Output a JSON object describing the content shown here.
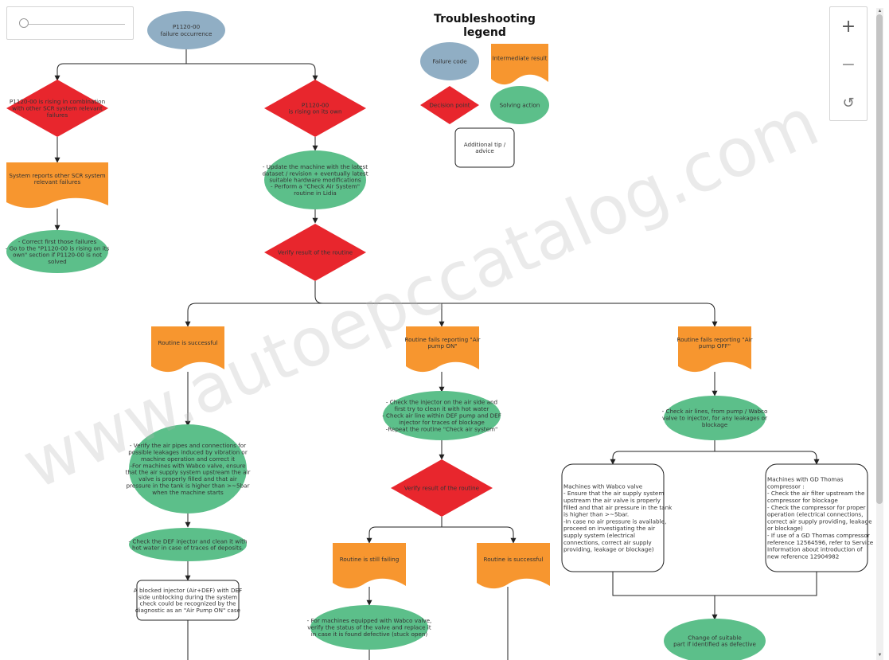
{
  "title": [
    "Troubleshooting",
    "legend"
  ],
  "legend": {
    "failure_code": "Failure code",
    "intermediate_result": "Intermediate result",
    "decision_point": "Decision point",
    "solving_action": "Solving action",
    "additional_tip": [
      "Additional tip /",
      "advice"
    ]
  },
  "nodes": {
    "start": [
      "P1120-00",
      "failure occurrence"
    ],
    "d_combo": [
      "P1120-00 is rising in combination",
      "with other SCR system relevant",
      "failures"
    ],
    "d_own": [
      "P1120-00",
      "is rising on its own"
    ],
    "r_scr": [
      "System reports other SCR system",
      "relevant failures"
    ],
    "a_correct": [
      "- Correct first those failures",
      "- Go to the \"P1120-00 is rising on its",
      "own\" section if P1120-00 is not",
      "solved"
    ],
    "a_update": [
      "- Update the machine with the latest",
      "dataset / revision + eventually latest",
      "suitable hardware modifications",
      "- Perform a \"Check Air System\"",
      "routine in Lidia"
    ],
    "d_verify1": [
      "Verify result of the routine"
    ],
    "r_success": [
      "Routine is successful"
    ],
    "r_on": [
      "Routine fails reporting \"Air",
      "pump ON\""
    ],
    "r_off": [
      "Routine fails reporting \"Air",
      "pump OFF\""
    ],
    "a_pipes": [
      "- Verify the air pipes and connections for",
      "possible leakages induced by vibration or",
      "machine operation and correct it",
      "-For machines with Wabco valve, ensure",
      "that the air supply system upstream the air",
      "valve is properly filled and that air",
      "pressure in the tank is higher than >~5bar",
      "when the machine starts"
    ],
    "a_injector_side": [
      "- Check the injector on the air side and",
      "first try to clean it with hot water",
      "- Check air line within DEF pump and DEF",
      "injector for traces of blockage",
      "-Repeat the routine \"Check air system\""
    ],
    "a_airlines": [
      "- Check air lines, from pump / Wabco",
      "valve to injector, for any leakages or",
      "blockage"
    ],
    "a_def": [
      "- Check the DEF injector and clean it with",
      "hot water in case of traces of deposits."
    ],
    "d_verify2": [
      "Verify result of the routine"
    ],
    "tip_wabco": [
      "Machines with Wabco valve",
      "- Ensure that the air supply system",
      "upstream the air valve is properly",
      "filled and that air pressure in the tank",
      "is higher than &gt;~5bar.",
      "-In case no air pressure is available,",
      "proceed on investigating the air",
      "supply system (electrical",
      "connections, correct air supply",
      "providing, leakage or blockage)"
    ],
    "tip_gd": [
      "Machines with GD Thomas",
      "compressor :",
      "- Check the air filter upstream the",
      "compressor for blockage",
      "- Check the compressor for proper",
      "operation (electrical connections,",
      "correct air supply providing, leakage",
      "or blockage)",
      "- If use of a GD Thomas compressor",
      "reference 12564596, refer to Service",
      "Information about introduction of",
      "new reference 12904982"
    ],
    "tip_blocked": [
      "A blocked injector (Air+DEF) with DEF",
      "side unblocking during the system",
      "check could be recognized by the",
      "diagnostic as an \"Air Pump ON\" case"
    ],
    "r_still": [
      "Routine is still failing"
    ],
    "r_success2": [
      "Routine is successful"
    ],
    "a_wabco": [
      "- For machines equipped with Wabco valve,",
      "verify the status of the valve and replace it",
      "in case it is found defective (stuck open)"
    ],
    "a_change": [
      "Change of suitable",
      "part if identified as defective"
    ]
  },
  "watermark": "www.autoepccatalog.com",
  "colors": {
    "failure": "#90aec4",
    "decision": "#e8262d",
    "solving": "#5cbf8a",
    "intermediate": "#f7962f",
    "line": "#222222"
  },
  "zoom_controls": {
    "zoom_in": "+",
    "zoom_out": "−",
    "reset": "↺"
  }
}
